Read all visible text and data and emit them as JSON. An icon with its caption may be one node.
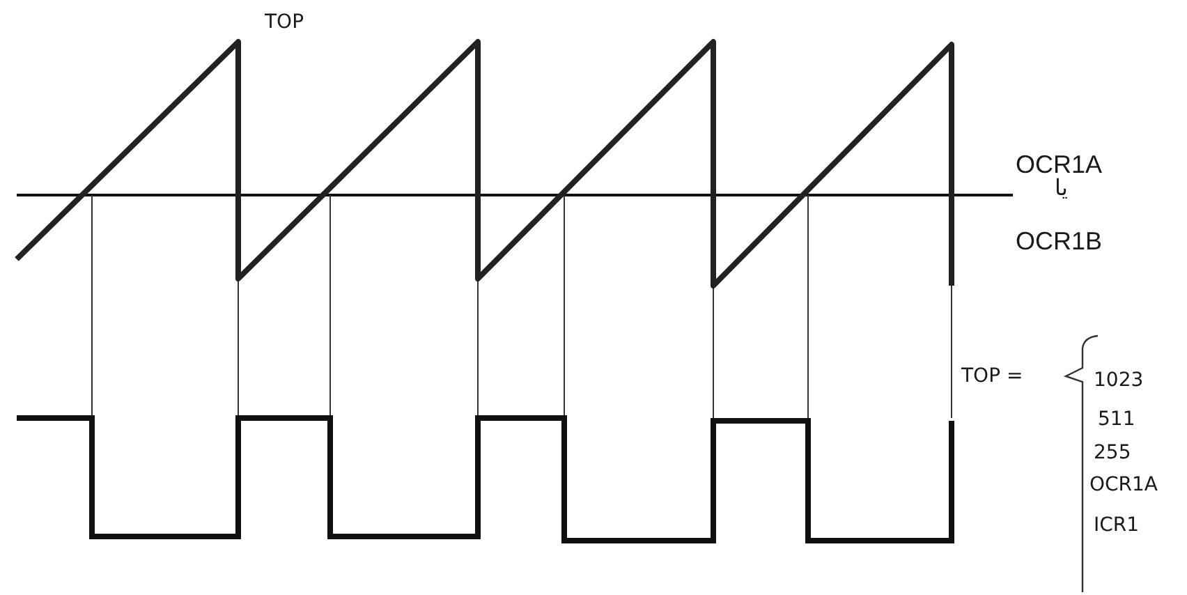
{
  "diagram": {
    "labels": [
      "TOP",
      "OCR1A",
      "یا",
      "OCR1B",
      "TOP =",
      "1023",
      "511",
      "255",
      "OCR1A",
      "ICR1"
    ]
  }
}
